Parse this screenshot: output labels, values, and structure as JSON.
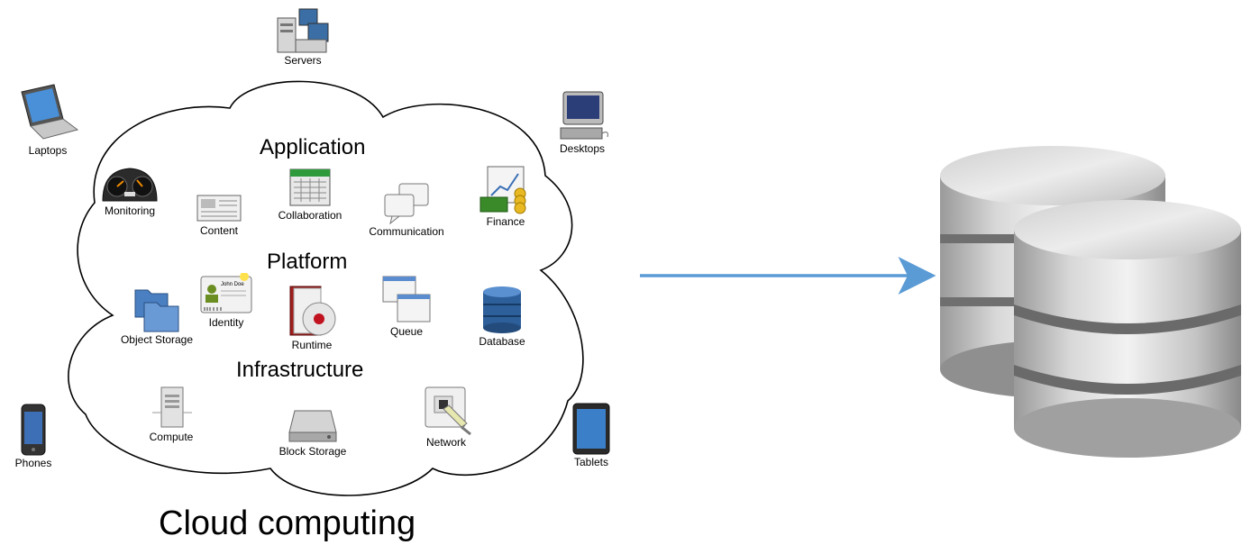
{
  "diagram": {
    "caption": "Cloud computing",
    "sections": {
      "application": "Application",
      "platform": "Platform",
      "infrastructure": "Infrastructure"
    },
    "clients": {
      "servers": "Servers",
      "laptops": "Laptops",
      "desktops": "Desktops",
      "phones": "Phones",
      "tablets": "Tablets"
    },
    "application_items": {
      "monitoring": "Monitoring",
      "content": "Content",
      "collaboration": "Collaboration",
      "communication": "Communication",
      "finance": "Finance"
    },
    "platform_items": {
      "object_storage": "Object Storage",
      "identity": "Identity",
      "runtime": "Runtime",
      "queue": "Queue",
      "database": "Database"
    },
    "infrastructure_items": {
      "compute": "Compute",
      "block_storage": "Block Storage",
      "network": "Network"
    },
    "identity_card_name": "John Doe",
    "colors": {
      "arrow": "#5b9bd5",
      "outline": "#000000",
      "database_gray": "#c8c8c8"
    }
  }
}
